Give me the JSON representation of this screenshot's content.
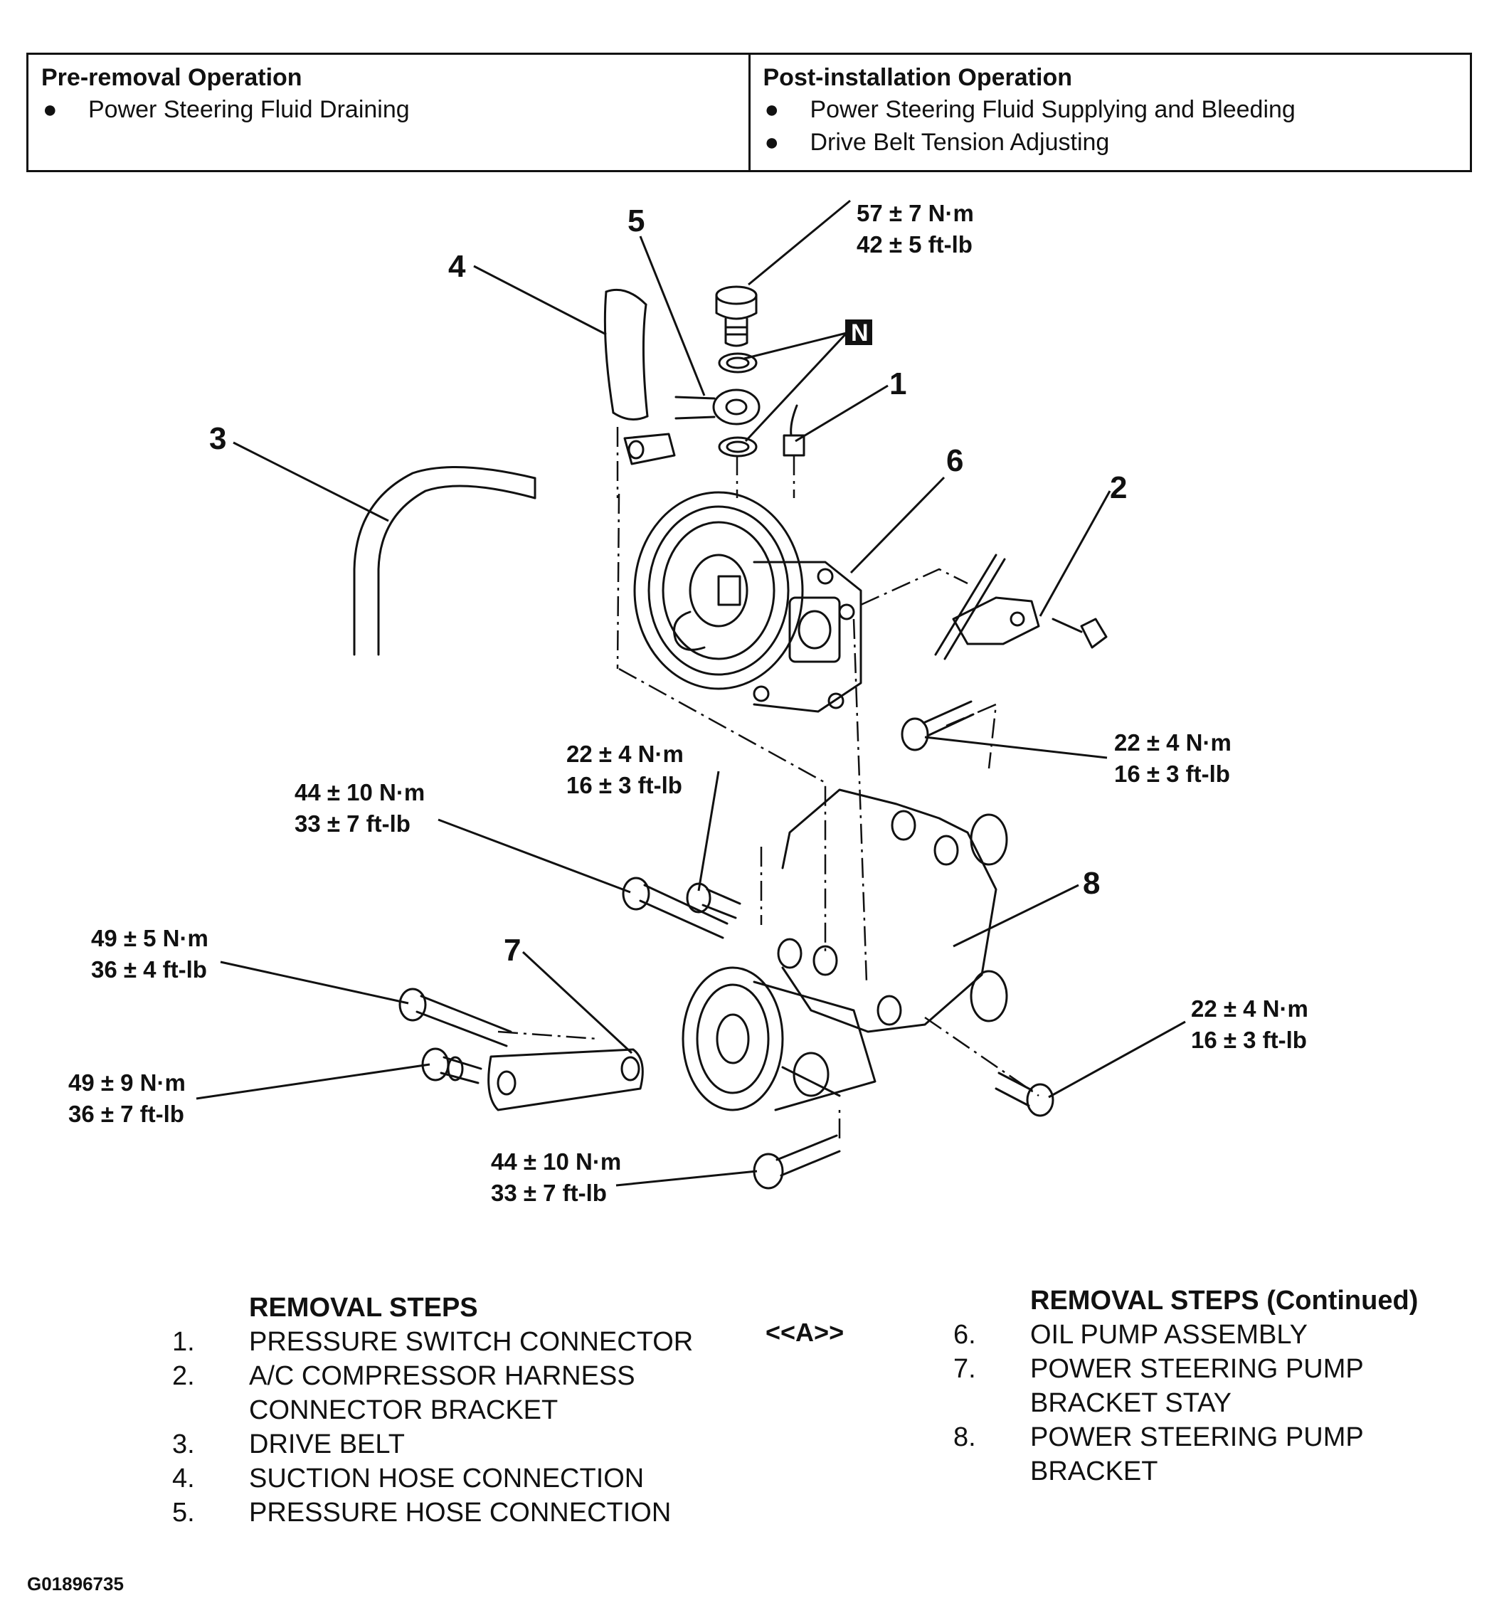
{
  "operations": {
    "pre_removal": {
      "heading": "Pre-removal Operation",
      "items": [
        "Power Steering Fluid Draining"
      ]
    },
    "post_installation": {
      "heading": "Post-installation Operation",
      "items": [
        "Power Steering Fluid Supplying and Bleeding",
        "Drive Belt Tension Adjusting"
      ]
    }
  },
  "callouts": {
    "c1": "1",
    "c2": "2",
    "c3": "3",
    "c4": "4",
    "c5": "5",
    "c6": "6",
    "c7": "7",
    "c8": "8",
    "n_symbol": "N"
  },
  "torques": {
    "t_top": {
      "nm": "57 ± 7 N·m",
      "ftlb": "42 ± 5 ft-lb"
    },
    "t_right_mid": {
      "nm": "22 ± 4 N·m",
      "ftlb": "16 ± 3 ft-lb"
    },
    "t_center": {
      "nm": "22 ± 4 N·m",
      "ftlb": "16 ± 3 ft-lb"
    },
    "t_left_upper": {
      "nm": "44 ± 10 N·m",
      "ftlb": "33 ± 7 ft-lb"
    },
    "t_left_49_5": {
      "nm": "49 ± 5 N·m",
      "ftlb": "36 ± 4 ft-lb"
    },
    "t_left_49_9": {
      "nm": "49 ± 9 N·m",
      "ftlb": "36 ± 7 ft-lb"
    },
    "t_right_low": {
      "nm": "22 ± 4 N·m",
      "ftlb": "16 ± 3 ft-lb"
    },
    "t_bottom": {
      "nm": "44 ± 10 N·m",
      "ftlb": "33 ± 7 ft-lb"
    }
  },
  "removal_steps": {
    "heading": "REMOVAL STEPS",
    "items": [
      {
        "num": "1.",
        "text": "PRESSURE SWITCH CONNECTOR"
      },
      {
        "num": "2.",
        "text": "A/C COMPRESSOR HARNESS"
      },
      {
        "num": "",
        "text": "CONNECTOR BRACKET"
      },
      {
        "num": "3.",
        "text": "DRIVE BELT"
      },
      {
        "num": "4.",
        "text": "SUCTION HOSE CONNECTION"
      },
      {
        "num": "5.",
        "text": "PRESSURE HOSE CONNECTION"
      }
    ]
  },
  "removal_steps_continued": {
    "heading": "REMOVAL STEPS (Continued)",
    "tag": "<<A>>",
    "items": [
      {
        "num": "6.",
        "text": "OIL PUMP ASSEMBLY"
      },
      {
        "num": "7.",
        "text": "POWER STEERING PUMP"
      },
      {
        "num": "",
        "text": "BRACKET STAY"
      },
      {
        "num": "8.",
        "text": "POWER STEERING PUMP"
      },
      {
        "num": "",
        "text": "BRACKET"
      }
    ]
  },
  "figure_id": "G01896735"
}
